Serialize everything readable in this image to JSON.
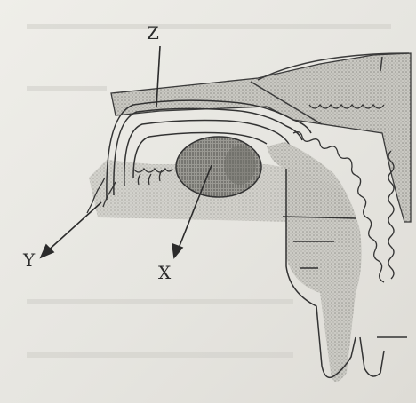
{
  "diagram": {
    "labels": {
      "z": "Z",
      "y": "Y",
      "x": "X"
    },
    "colors": {
      "paper": "#e9e8e3",
      "ink": "#2b2b2b",
      "stipple": "#b9b8b2",
      "ovary": "#8c8c86"
    }
  }
}
